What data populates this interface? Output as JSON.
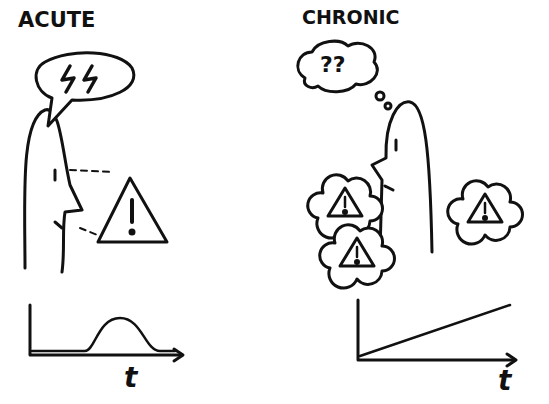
{
  "diagram": {
    "labels": [
      "ACUTE",
      "CHRONIC",
      "??",
      "t",
      "t"
    ]
  }
}
